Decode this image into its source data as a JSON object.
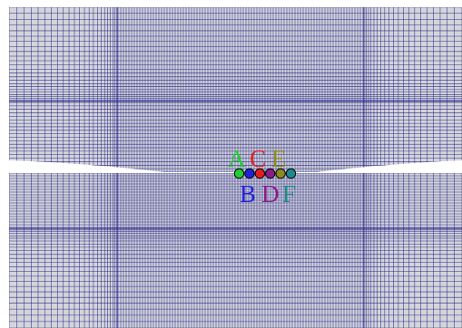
{
  "points": [
    {
      "label": "A",
      "color": "#22cc33"
    },
    {
      "label": "B",
      "color": "#2222dd"
    },
    {
      "label": "C",
      "color": "#e02020"
    },
    {
      "label": "D",
      "color": "#8a1c8a"
    },
    {
      "label": "E",
      "color": "#8a8a22"
    },
    {
      "label": "F",
      "color": "#1e8a8a"
    }
  ],
  "colors": {
    "background": "#ffffff",
    "mesh_fill": "#d4d4da",
    "mesh_edges": "#2e2e8c"
  }
}
